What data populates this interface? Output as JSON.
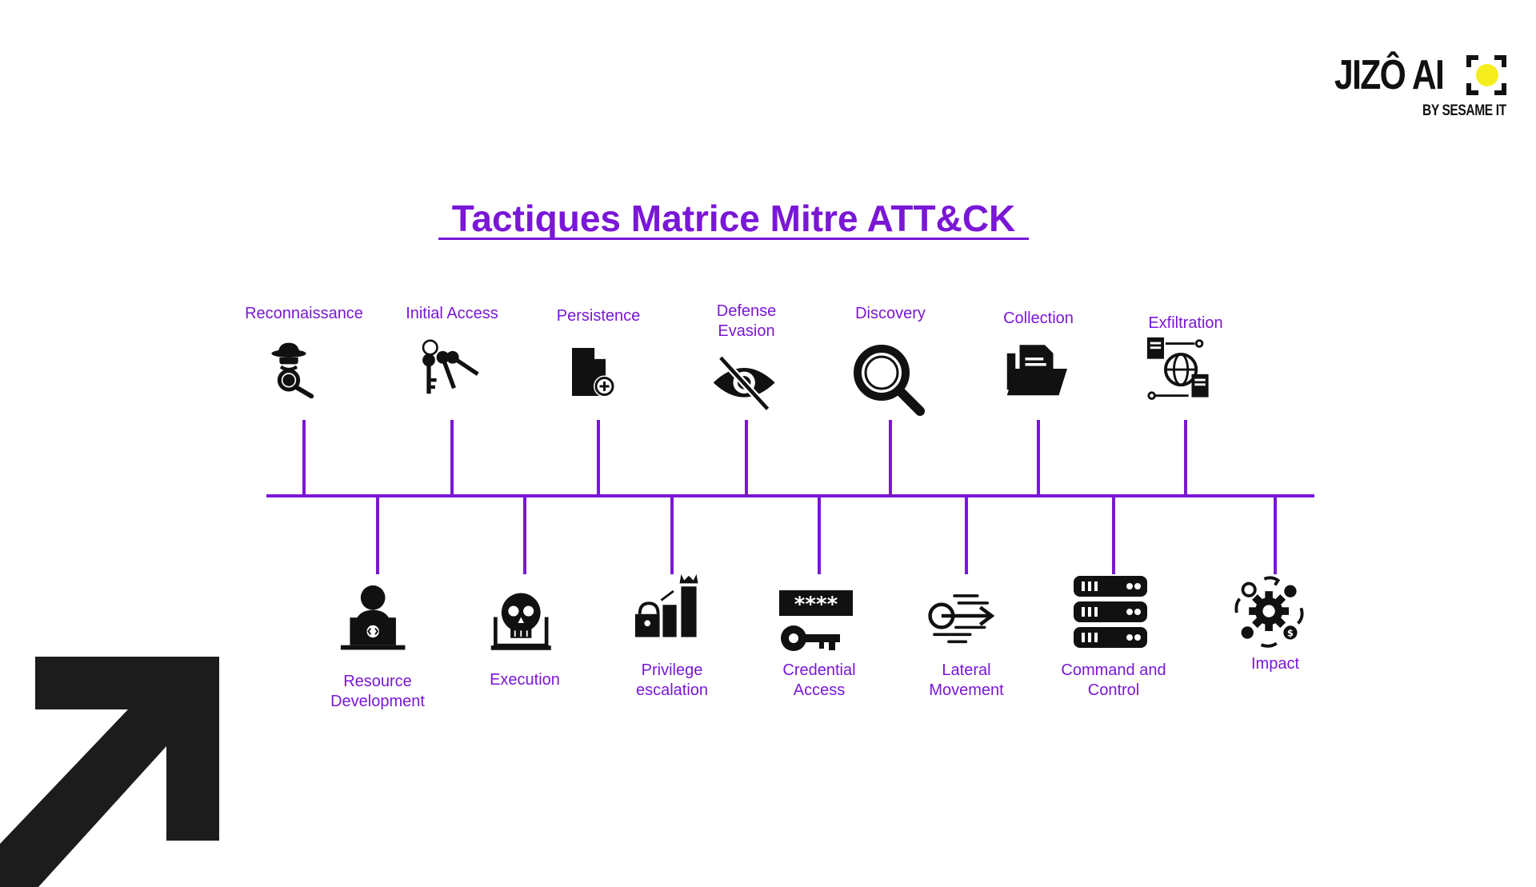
{
  "brand": {
    "name": "JIZÔ AI",
    "tagline": "BY SESAME IT",
    "accent_color": "#f5ed1c",
    "icon": "focus-target-icon"
  },
  "title": "Tactiques Matrice Mitre ATT&CK",
  "colors": {
    "primary": "#7a17d6",
    "icon": "#111111",
    "arrow": "#1c1c1c"
  },
  "tactics_top": [
    {
      "label": "Reconnaissance",
      "icon": "spy-magnifier-icon"
    },
    {
      "label": "Initial Access",
      "icon": "keys-icon"
    },
    {
      "label": "Persistence",
      "icon": "document-add-icon"
    },
    {
      "label": "Defense\nEvasion",
      "icon": "eye-slash-icon"
    },
    {
      "label": "Discovery",
      "icon": "magnifier-icon"
    },
    {
      "label": "Collection",
      "icon": "folder-documents-icon"
    },
    {
      "label": "Exfiltration",
      "icon": "data-transfer-globe-icon"
    }
  ],
  "tactics_bottom": [
    {
      "label": "Resource\nDevelopment",
      "icon": "hacker-laptop-icon"
    },
    {
      "label": "Execution",
      "icon": "skull-laptop-icon"
    },
    {
      "label": "Privilege\nescalation",
      "icon": "lock-chart-crown-icon"
    },
    {
      "label": "Credential\nAccess",
      "icon": "password-key-icon"
    },
    {
      "label": "Lateral\nMovement",
      "icon": "motion-arrow-icon"
    },
    {
      "label": "Command and\nControl",
      "icon": "server-stack-icon"
    },
    {
      "label": "Impact",
      "icon": "gear-cycle-icon"
    }
  ],
  "decoration": {
    "icon": "arrow-up-right-icon"
  }
}
